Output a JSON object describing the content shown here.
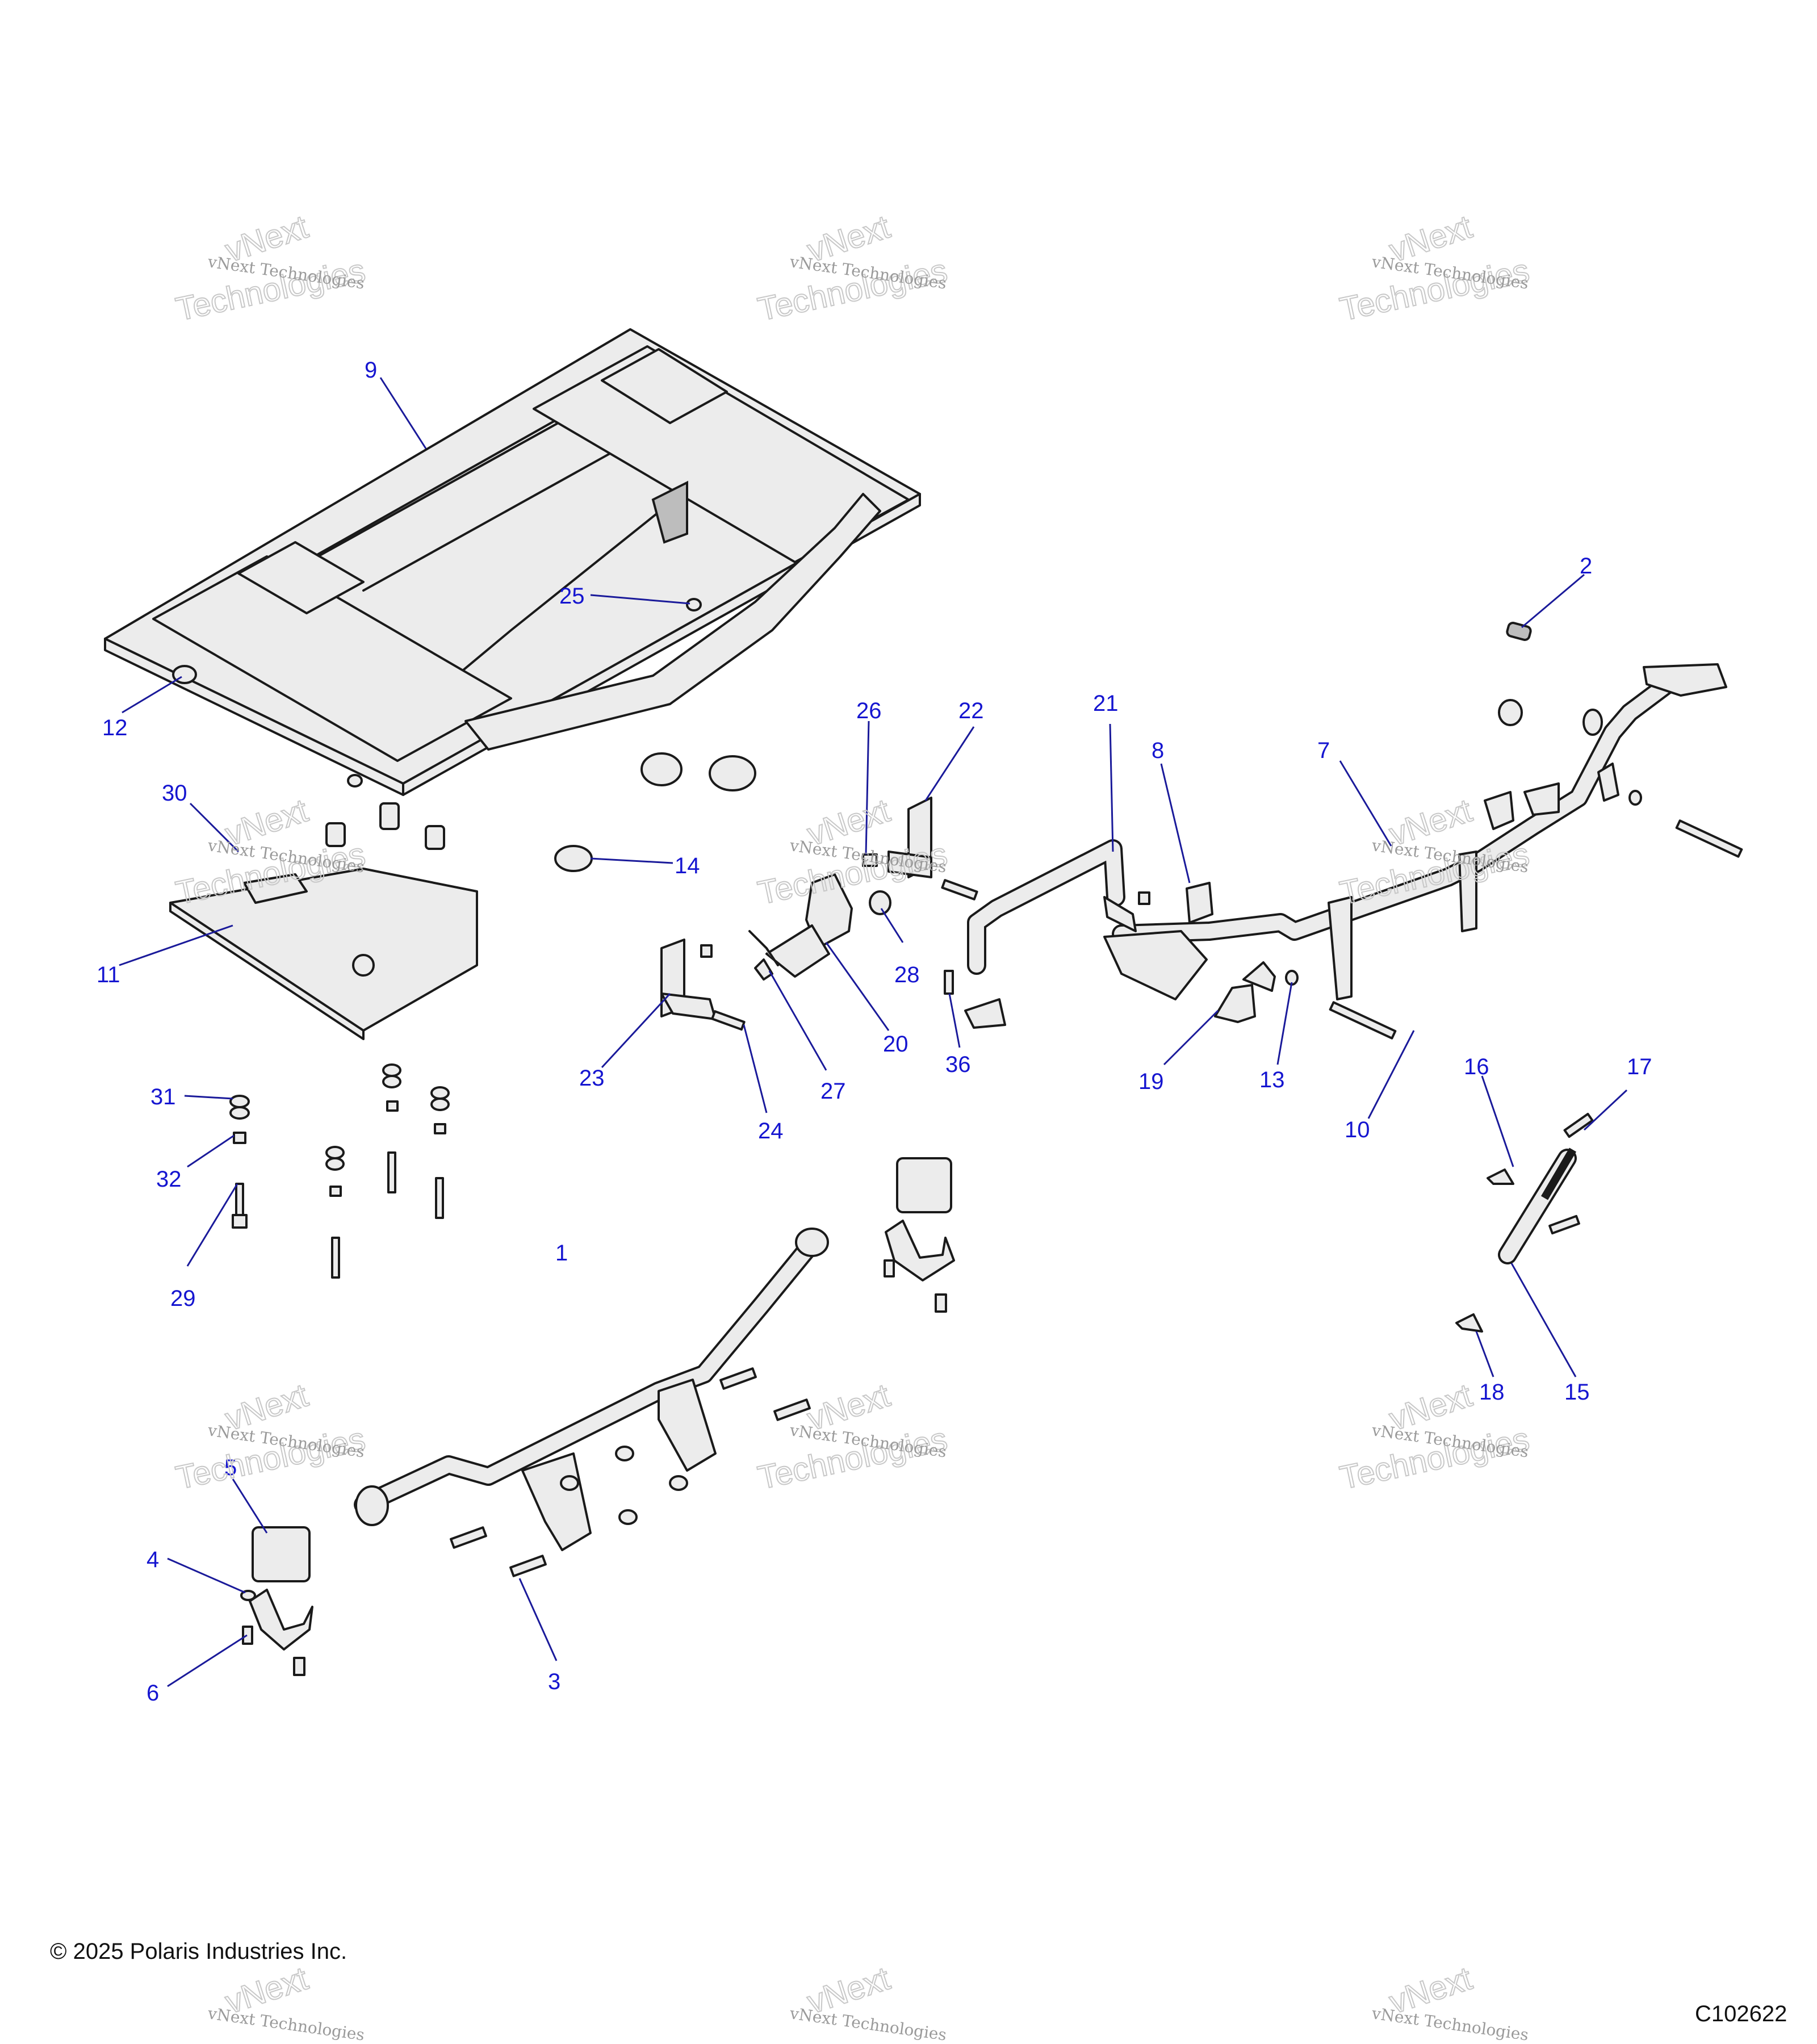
{
  "callouts": [
    {
      "label": "1"
    },
    {
      "label": "2"
    },
    {
      "label": "3"
    },
    {
      "label": "4"
    },
    {
      "label": "5"
    },
    {
      "label": "6"
    },
    {
      "label": "7"
    },
    {
      "label": "8"
    },
    {
      "label": "9"
    },
    {
      "label": "10"
    },
    {
      "label": "11"
    },
    {
      "label": "12"
    },
    {
      "label": "13"
    },
    {
      "label": "14"
    },
    {
      "label": "15"
    },
    {
      "label": "16"
    },
    {
      "label": "17"
    },
    {
      "label": "18"
    },
    {
      "label": "19"
    },
    {
      "label": "20"
    },
    {
      "label": "21"
    },
    {
      "label": "22"
    },
    {
      "label": "23"
    },
    {
      "label": "24"
    },
    {
      "label": "25"
    },
    {
      "label": "26"
    },
    {
      "label": "27"
    },
    {
      "label": "28"
    },
    {
      "label": "29"
    },
    {
      "label": "30"
    },
    {
      "label": "31"
    },
    {
      "label": "32"
    },
    {
      "label": "36"
    }
  ],
  "watermark": {
    "line1": "vNext Technologies",
    "line2": "vNext",
    "line3": "Technologies"
  },
  "footer": {
    "copyright": "© 2025 Polaris Industries Inc.",
    "drawing_id": "C102622"
  },
  "colors": {
    "callout": "#1515d0",
    "leader": "#1a1a9a",
    "line": "#1a1a1a",
    "part_fill": "#ececec"
  }
}
